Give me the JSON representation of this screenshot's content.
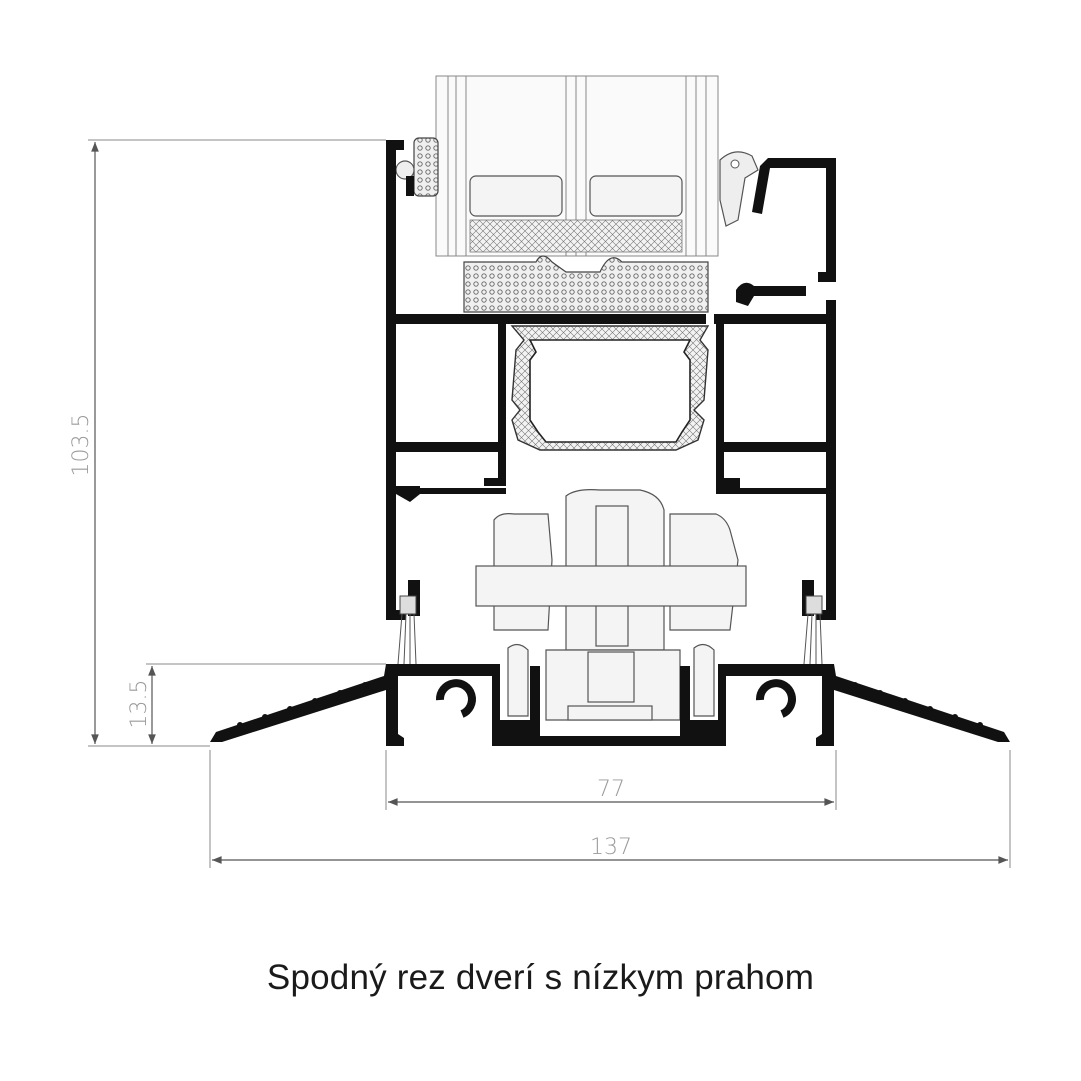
{
  "title": "Spodný rez dverí s nízkym prahom",
  "dimensions": {
    "height_total": "103.5",
    "threshold_height": "13.5",
    "frame_width": "77",
    "threshold_width": "137"
  },
  "colors": {
    "profile": "#111111",
    "dimension_lines": "#888888",
    "dimension_text": "#9a9a9a"
  }
}
